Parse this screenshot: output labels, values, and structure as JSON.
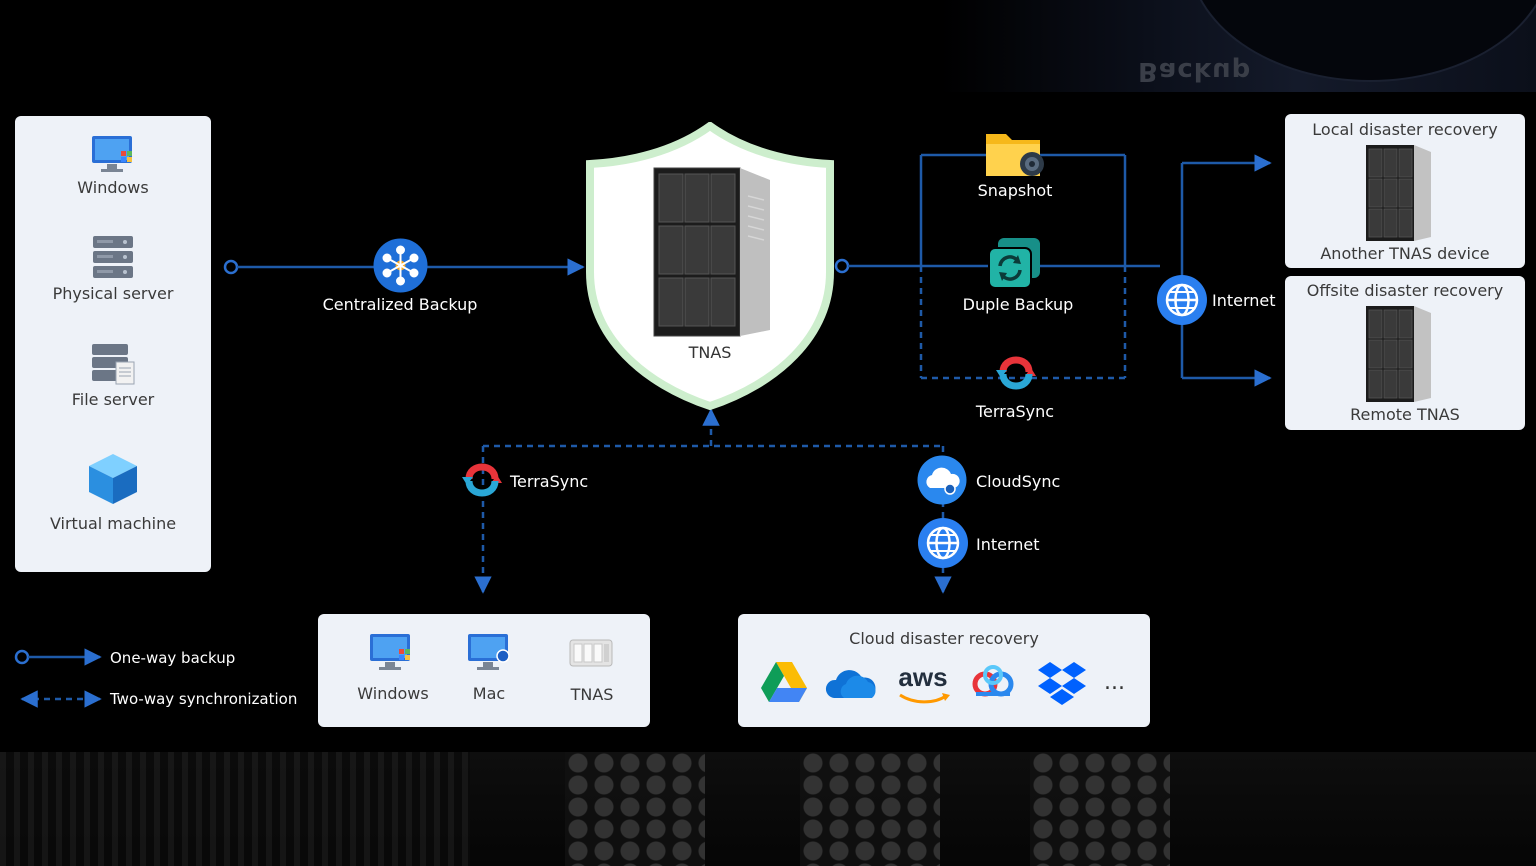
{
  "background_word": "Backup",
  "sources": {
    "items": [
      {
        "label": "Windows",
        "icon": "windows-monitor-icon"
      },
      {
        "label": "Physical server",
        "icon": "server-icon"
      },
      {
        "label": "File server",
        "icon": "file-server-icon"
      },
      {
        "label": "Virtual machine",
        "icon": "cube-icon"
      }
    ]
  },
  "centralized_backup": {
    "label": "Centralized Backup",
    "icon": "hub-icon"
  },
  "tnas": {
    "label": "TNAS",
    "icon": "nas-tower-icon"
  },
  "snapshot": {
    "label": "Snapshot",
    "icon": "folder-camera-icon"
  },
  "duple_backup": {
    "label": "Duple Backup",
    "icon": "duple-backup-icon"
  },
  "terrasync_right": {
    "label": "TerraSync",
    "icon": "terrasync-icon"
  },
  "internet_right": {
    "label": "Internet",
    "icon": "globe-icon"
  },
  "local_dr": {
    "title": "Local disaster recovery",
    "device": "Another TNAS device"
  },
  "offsite_dr": {
    "title": "Offsite disaster recovery",
    "device": "Remote TNAS"
  },
  "terrasync_bottom": {
    "label": "TerraSync",
    "icon": "terrasync-icon"
  },
  "cloudsync": {
    "label": "CloudSync",
    "icon": "cloud-icon"
  },
  "internet_bottom": {
    "label": "Internet",
    "icon": "globe-icon"
  },
  "sync_targets": [
    {
      "label": "Windows",
      "icon": "windows-monitor-icon"
    },
    {
      "label": "Mac",
      "icon": "mac-monitor-icon"
    },
    {
      "label": "TNAS",
      "icon": "tnas-small-icon"
    }
  ],
  "cloud_dr": {
    "title": "Cloud disaster recovery",
    "providers": [
      "google-drive-icon",
      "onedrive-icon",
      "aws",
      "baidu-cloud-icon",
      "dropbox-icon",
      "..."
    ]
  },
  "legend": {
    "one_way": "One-way backup",
    "two_way": "Two-way synchronization"
  },
  "colors": {
    "line": "#1e5aa8",
    "accent": "#2b7fe0",
    "panel": "#eef2f8",
    "shield": "#e8f6e8"
  }
}
